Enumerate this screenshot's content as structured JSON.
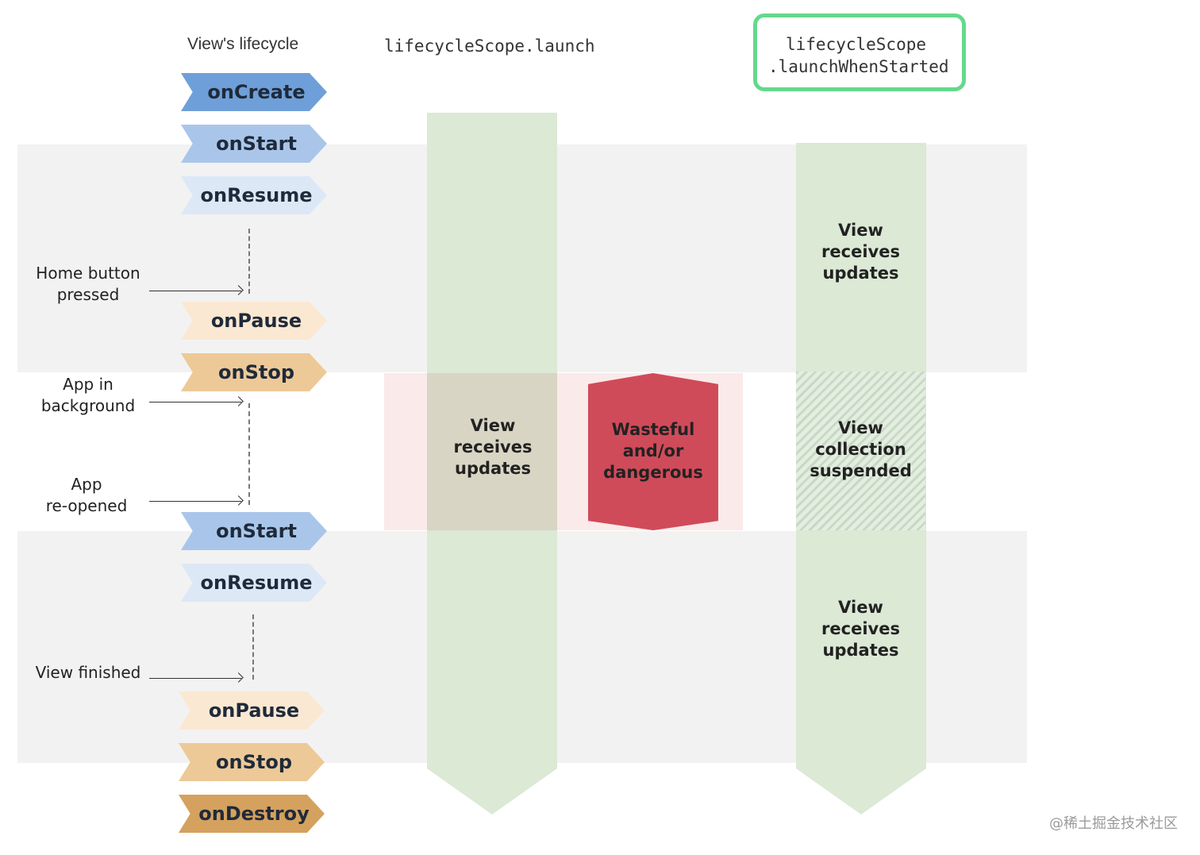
{
  "columns": {
    "lifecycle_title": "View's lifecycle",
    "launch_title": "lifecycleScope.launch",
    "launch_when_started_title_line1": "lifecycleScope",
    "launch_when_started_title_line2": ".launchWhenStarted"
  },
  "lifecycle_events": [
    {
      "label": "onCreate",
      "state": "created"
    },
    {
      "label": "onStart",
      "state": "started"
    },
    {
      "label": "onResume",
      "state": "resumed"
    },
    {
      "label": "onPause",
      "state": "paused"
    },
    {
      "label": "onStop",
      "state": "stopped"
    },
    {
      "label": "onStart",
      "state": "started"
    },
    {
      "label": "onResume",
      "state": "resumed"
    },
    {
      "label": "onPause",
      "state": "paused"
    },
    {
      "label": "onStop",
      "state": "stopped"
    },
    {
      "label": "onDestroy",
      "state": "destroyed"
    }
  ],
  "triggers": {
    "home_button": {
      "line1": "Home button",
      "line2": "pressed"
    },
    "app_background": {
      "line1": "App in",
      "line2": "background"
    },
    "app_reopened": {
      "line1": "App",
      "line2": "re-opened"
    },
    "view_finished": {
      "line1": "View finished"
    }
  },
  "launch_column": {
    "middle_text": {
      "line1": "View",
      "line2": "receives",
      "line3": "updates"
    },
    "warning": {
      "line1": "Wasteful",
      "line2": "and/or",
      "line3": "dangerous"
    }
  },
  "launch_when_started_column": {
    "top_text": {
      "line1": "View",
      "line2": "receives",
      "line3": "updates"
    },
    "middle_text": {
      "line1": "View",
      "line2": "collection",
      "line3": "suspended"
    },
    "bottom_text": {
      "line1": "View",
      "line2": "receives",
      "line3": "updates"
    }
  },
  "colors": {
    "created": "#6f9fd8",
    "started": "#a9c6ea",
    "resumed": "#dce8f6",
    "paused": "#fbe8d2",
    "stopped": "#edc998",
    "destroyed": "#d5a15e",
    "active_green": "#dbe9d5",
    "highlight_border": "#64d98c",
    "warning_red": "#cf4b5a"
  },
  "watermark": "@稀土掘金技术社区"
}
